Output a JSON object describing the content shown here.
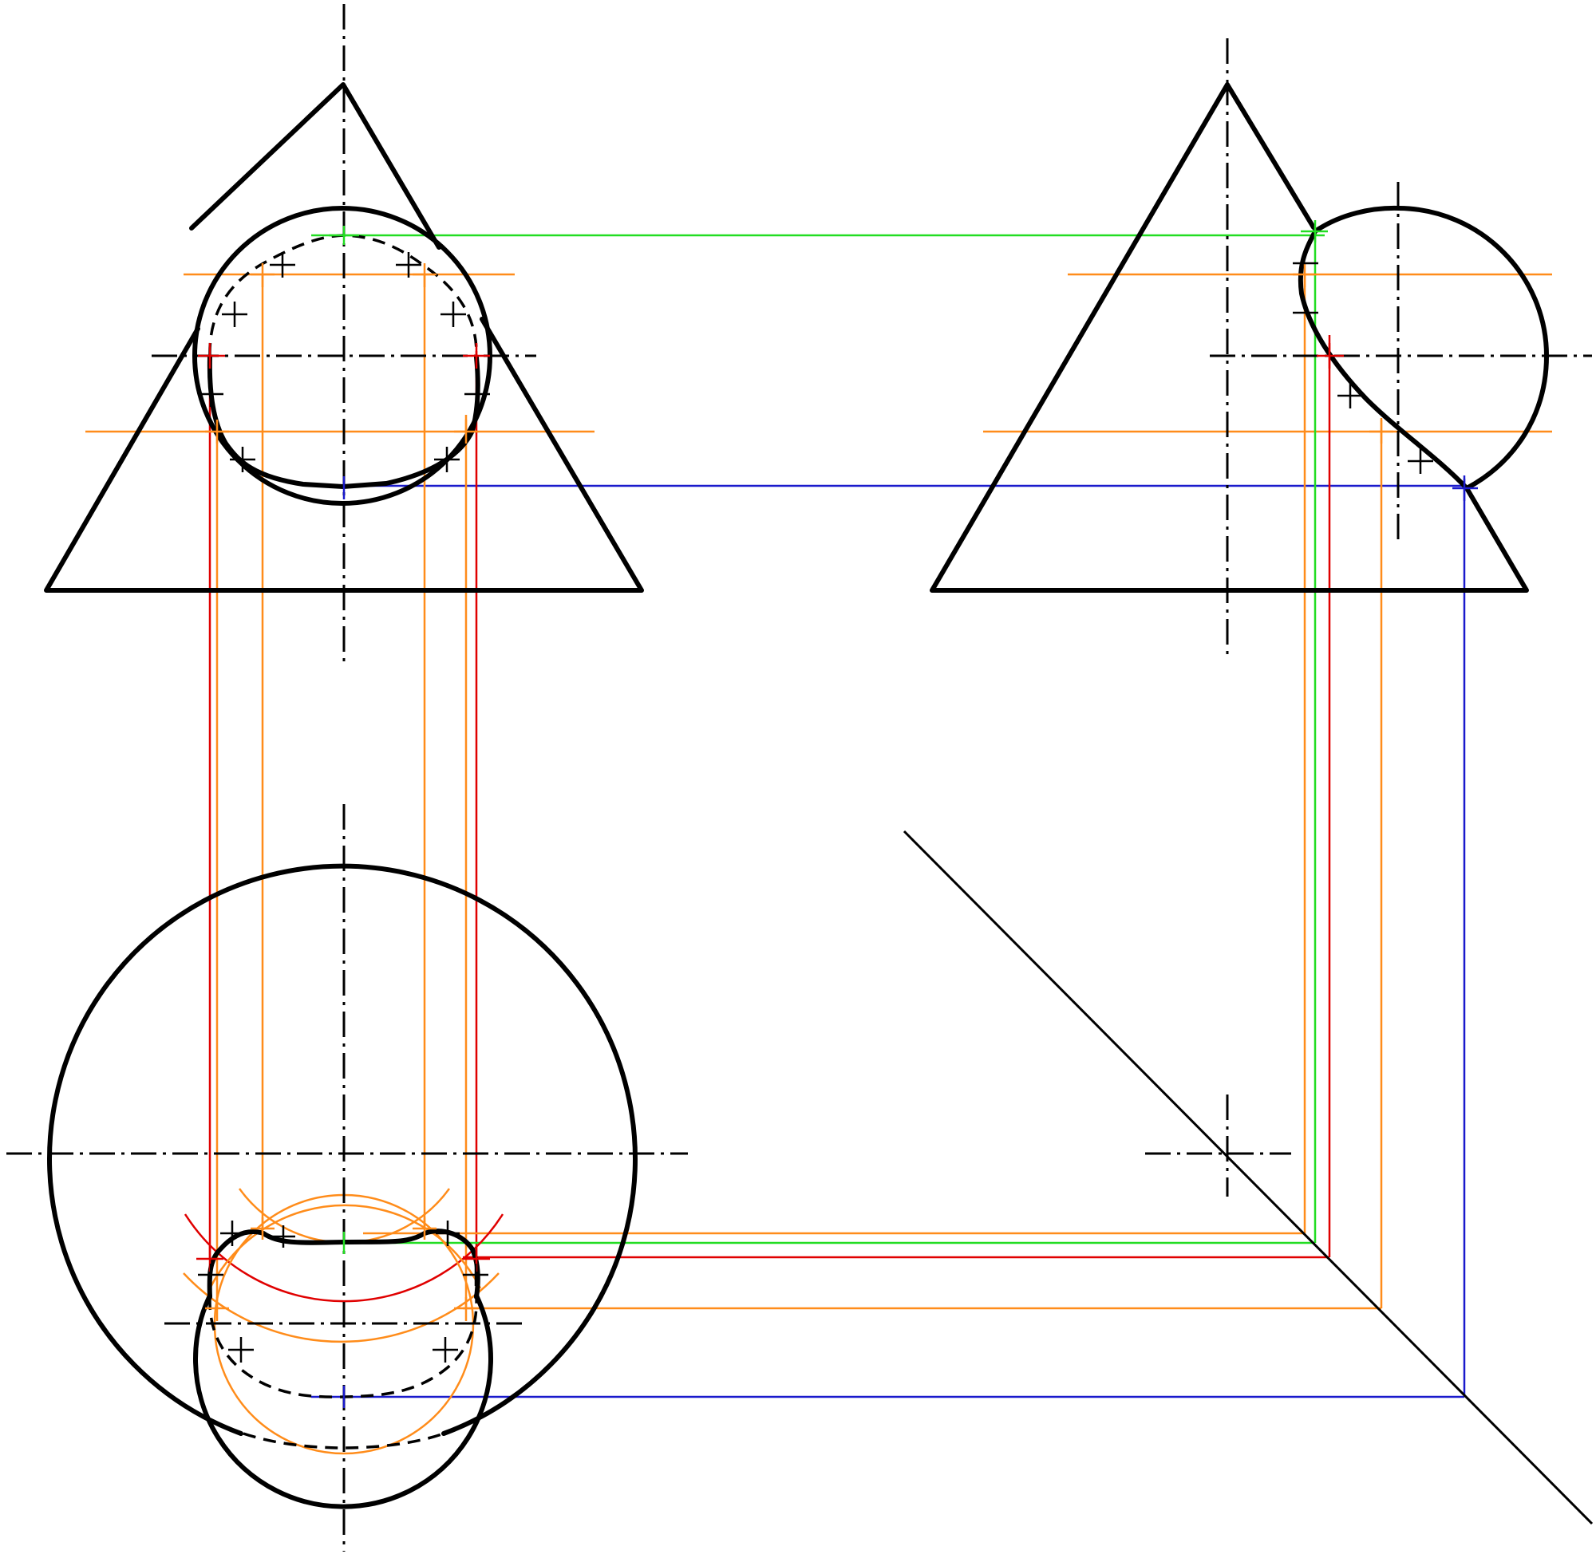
{
  "drawing": {
    "views": [
      "front-view",
      "side-view",
      "top-view"
    ],
    "colors": {
      "outline": "#000000",
      "orange": "#ff8c1a",
      "red": "#e00000",
      "green": "#22dd22",
      "blue": "#1a1acc"
    }
  }
}
